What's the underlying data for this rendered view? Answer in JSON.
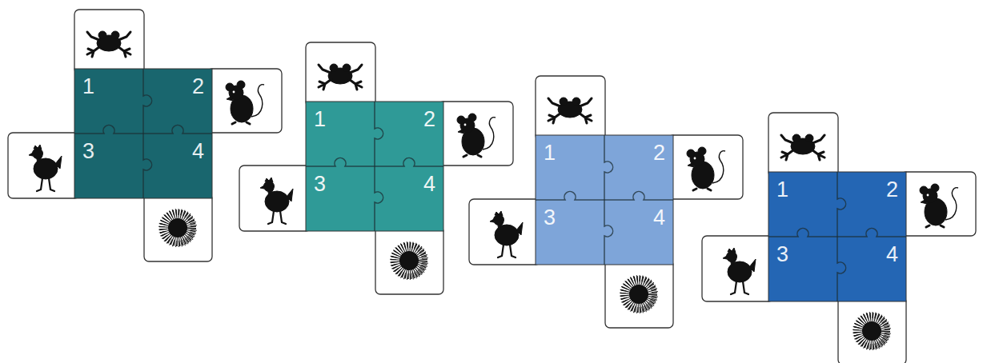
{
  "diagram": {
    "nodes": [
      {
        "text": [
          "1"
        ]
      },
      {
        "text": [
          "2"
        ]
      },
      {
        "text": [
          "3"
        ]
      },
      {
        "text": [
          "4"
        ]
      },
      {
        "text": [
          "1"
        ]
      },
      {
        "text": [
          "2"
        ]
      },
      {
        "text": [
          "3"
        ]
      },
      {
        "text": [
          "4"
        ]
      },
      {
        "text": [
          "1"
        ]
      },
      {
        "text": [
          "2"
        ]
      },
      {
        "text": [
          "3"
        ]
      },
      {
        "text": [
          "4"
        ]
      },
      {
        "text": [
          "1"
        ]
      },
      {
        "text": [
          "2"
        ]
      },
      {
        "text": [
          "3"
        ]
      },
      {
        "text": [
          "4"
        ]
      }
    ]
  }
}
